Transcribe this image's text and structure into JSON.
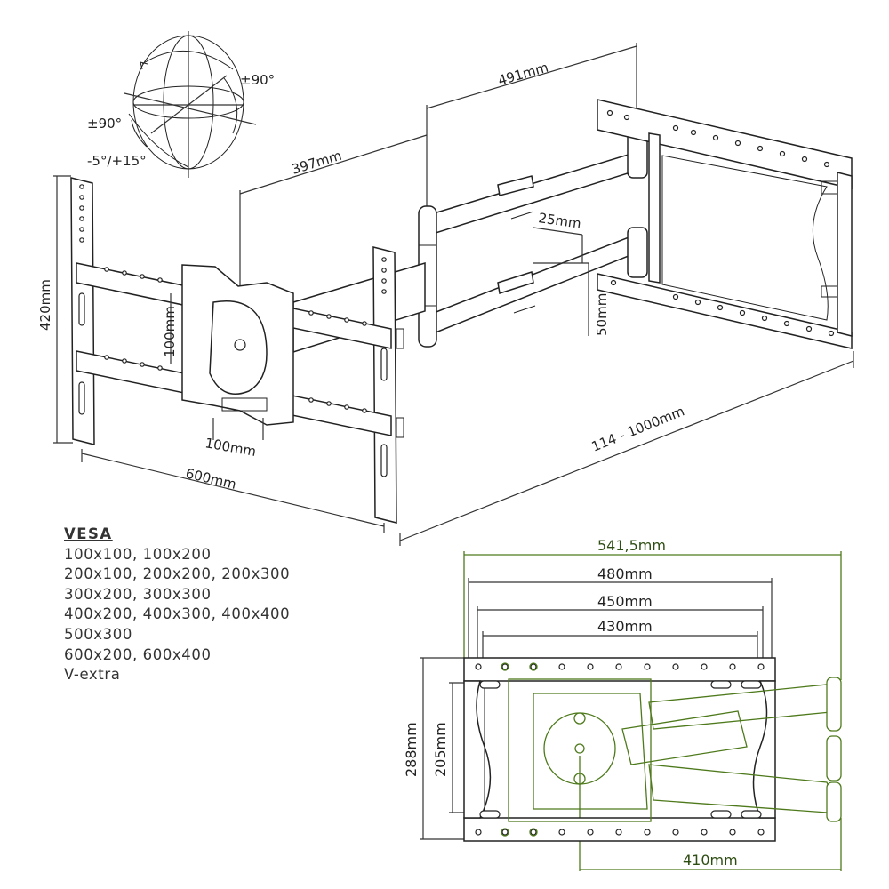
{
  "rotation": {
    "swivel": "±90°",
    "rotate": "±90°",
    "tilt": "-5°/+15°"
  },
  "dimensions": {
    "arm_length": "491mm",
    "mount_depth": "397mm",
    "arm_spacing_horizontal": "25mm",
    "arm_spacing_vertical": "50mm",
    "plate_height": "420mm",
    "vesa_small_vertical": "100mm",
    "vesa_small_horizontal": "100mm",
    "plate_width": "600mm",
    "extension_range": "114 - 1000mm"
  },
  "vesa": {
    "title": "VESA",
    "rows": [
      "100x100, 100x200",
      "200x100, 200x200, 200x300",
      "300x200, 300x300",
      "400x200, 400x300, 400x400",
      "500x300",
      "600x200, 600x400",
      "V-extra"
    ]
  },
  "wall_plate": {
    "total_width": "541,5mm",
    "width_480": "480mm",
    "width_450": "450mm",
    "width_430": "430mm",
    "total_height": "288mm",
    "inner_height": "205mm",
    "offset_410": "410mm"
  },
  "colors": {
    "outline": "#222222",
    "highlight": "#4e7a1c"
  }
}
